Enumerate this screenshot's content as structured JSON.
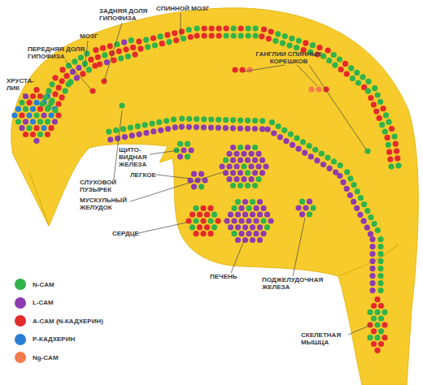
{
  "diagram": {
    "labels": [
      "МОЗГ",
      "ЗАДНЯЯ ДОЛЯ ГИПОФИЗА",
      "СПИННОЙ МОЗГ",
      "ПЕРЕДНЯЯ ДОЛЯ ГИПОФИЗА",
      "ХРУСТА- ЛИК",
      "ГАНГЛИИ СПИННЫХ КОРЕШКОВ",
      "СЛУХОВОЙ ПУЗЫРЕК",
      "ЩИТО- ВИДНАЯ ЖЕЛЕЗА",
      "ЛЕГКОЕ",
      "МУСКУЛЬНЫЙ ЖЕЛУДОК",
      "СЕРДЦЕ",
      "ПЕЧЕНЬ",
      "ПОДЖЕЛУДОЧНАЯ ЖЕЛЕЗА",
      "СКЕЛЕТНАЯ МЫШЦА"
    ],
    "legend": [
      {
        "text": "N-CAM",
        "color": "#2fb34a"
      },
      {
        "text": "L-CAM",
        "color": "#8e3bb0"
      },
      {
        "text": "A-CAM (N-КАДХЕРИН)",
        "color": "#e32b2b"
      },
      {
        "text": "P-КАДХЕРИН",
        "color": "#2a7fd4"
      },
      {
        "text": "Ng-CAM",
        "color": "#f47c4c"
      }
    ]
  }
}
